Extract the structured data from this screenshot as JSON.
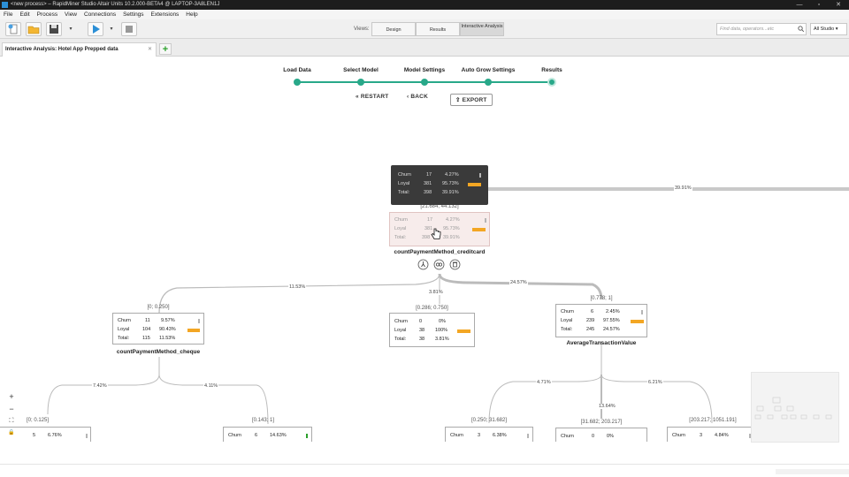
{
  "window": {
    "title": "<new process> – RapidMiner Studio Altair Units 10.2.000-BETA4 @ LAPTOP-3A8LEN1J"
  },
  "menu": [
    "File",
    "Edit",
    "Process",
    "View",
    "Connections",
    "Settings",
    "Extensions",
    "Help"
  ],
  "toolbar": {
    "views_label": "Views:",
    "views": [
      "Design",
      "Results",
      "Interactive Analysis"
    ],
    "active_view": "Interactive Analysis",
    "search_placeholder": "Find data, operators...etc",
    "studio_label": "All Studio"
  },
  "tab": {
    "title": "Interactive Analysis: Hotel App Prepped data",
    "close": "✕",
    "add": "+"
  },
  "wizard": {
    "steps": [
      "Load Data",
      "Select Model",
      "Model Settings",
      "Auto Grow Settings",
      "Results"
    ],
    "current": "Results",
    "restart": "RESTART",
    "back": "BACK",
    "export": "EXPORT"
  },
  "row_labels": {
    "churn": "Churn",
    "loyal": "Loyal",
    "total": "Total:"
  },
  "tooltip": {
    "churn_n": "17",
    "churn_pct": "4.27%",
    "loyal_n": "381",
    "loyal_pct": "95.73%",
    "total_n": "398",
    "total_pct": "39.91%"
  },
  "tree": {
    "root_edge_pct": "39.91%",
    "nodes": [
      {
        "id": "n1",
        "range": "[21.684; 44.132]",
        "attribute": "countPaymentMethod_creditcard",
        "churn_n": "17",
        "churn_pct": "4.27%",
        "loyal_n": "381",
        "loyal_pct": "95.73%",
        "total_n": "398",
        "total_pct": "39.91%",
        "loyal_fill": 0.9573
      },
      {
        "id": "n2",
        "range": "[0; 0.250]",
        "attribute": "countPaymentMethod_cheque",
        "edge": "11.53%",
        "churn_n": "11",
        "churn_pct": "9.57%",
        "loyal_n": "104",
        "loyal_pct": "90.43%",
        "total_n": "115",
        "total_pct": "11.53%",
        "loyal_fill": 0.9043
      },
      {
        "id": "n3",
        "range": "[0.286; 0.750]",
        "attribute": "",
        "edge": "3.81%",
        "churn_n": "0",
        "churn_pct": "0%",
        "loyal_n": "38",
        "loyal_pct": "100%",
        "total_n": "38",
        "total_pct": "3.81%",
        "loyal_fill": 1.0
      },
      {
        "id": "n4",
        "range": "[0.778; 1]",
        "attribute": "AverageTransactionValue",
        "edge": "24.57%",
        "churn_n": "6",
        "churn_pct": "2.45%",
        "loyal_n": "239",
        "loyal_pct": "97.55%",
        "total_n": "245",
        "total_pct": "24.57%",
        "loyal_fill": 0.9755
      },
      {
        "id": "n5",
        "range": "[0; 0.125]",
        "edge": "7.42%",
        "churn_n": "5",
        "churn_pct": "6.76%"
      },
      {
        "id": "n6",
        "range": "[0.143; 1]",
        "edge": "4.11%",
        "churn_n": "6",
        "churn_pct": "14.63%"
      },
      {
        "id": "n7",
        "range": "[0.250; 31.682]",
        "edge": "4.71%",
        "churn_n": "3",
        "churn_pct": "6.38%"
      },
      {
        "id": "n8",
        "range": "[31.682; 203.217]",
        "edge": "13.64%",
        "churn_n": "0",
        "churn_pct": "0%"
      },
      {
        "id": "n9",
        "range": "[203.217; 1051.191]",
        "edge": "6.21%",
        "churn_n": "3",
        "churn_pct": "4.84%"
      }
    ]
  },
  "zoom_controls": [
    "+",
    "−",
    "⛶",
    "🔒"
  ]
}
